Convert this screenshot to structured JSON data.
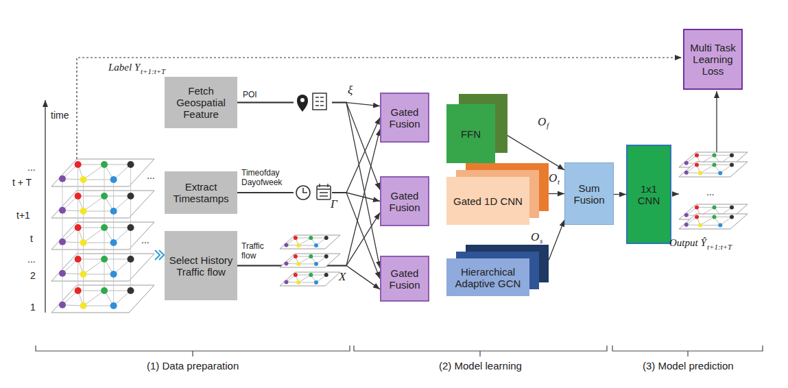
{
  "diagram": {
    "nodes": [
      {
        "text": [
          "Fetch Geospatial Feature"
        ]
      },
      {
        "text": [
          "Extract Timestamps"
        ]
      },
      {
        "text": [
          "Select History Traffic flow"
        ]
      },
      {
        "text": [
          "Gated Fusion"
        ]
      },
      {
        "text": [
          "Gated Fusion"
        ]
      },
      {
        "text": [
          "Gated Fusion"
        ]
      },
      {
        "text": [
          "FFN"
        ]
      },
      {
        "text": [
          "Gated 1D CNN"
        ]
      },
      {
        "text": [
          "Hierarchical Adaptive GCN"
        ]
      },
      {
        "text": [
          "Sum Fusion"
        ]
      },
      {
        "text": [
          "1x1 CNN"
        ]
      },
      {
        "text": [
          "Multi Task Learning Loss"
        ]
      }
    ],
    "edges": [
      {
        "from": 0,
        "to": 3,
        "arrow": "to"
      },
      {
        "from": 0,
        "to": 4,
        "arrow": "to"
      },
      {
        "from": 0,
        "to": 5,
        "arrow": "to"
      },
      {
        "from": 1,
        "to": 3,
        "arrow": "to"
      },
      {
        "from": 1,
        "to": 4,
        "arrow": "to"
      },
      {
        "from": 1,
        "to": 5,
        "arrow": "to"
      },
      {
        "from": 2,
        "to": 3,
        "arrow": "to"
      },
      {
        "from": 2,
        "to": 4,
        "arrow": "to"
      },
      {
        "from": 2,
        "to": 5,
        "arrow": "to"
      },
      {
        "from": 6,
        "to": 9,
        "arrow": "to"
      },
      {
        "from": 7,
        "to": 9,
        "arrow": "to"
      },
      {
        "from": 8,
        "to": 9,
        "arrow": "to"
      },
      {
        "from": 9,
        "to": 10,
        "arrow": "to"
      }
    ],
    "labels": [
      "time",
      "t + T",
      "...",
      "t+1",
      "t",
      "...",
      "2",
      "1",
      "...",
      "...",
      "Label Y",
      "t+1:t+T",
      "POI",
      "Timeofday Dayofweek",
      "Traffic flow",
      "ξ",
      "Γ",
      "X",
      "O",
      "f",
      "O",
      "t",
      "O",
      "s",
      "Output Ŷ",
      "t+1:t+T",
      "...",
      "(1) Data preparation",
      "(2) Model learning",
      "(3) Model prediction"
    ]
  }
}
